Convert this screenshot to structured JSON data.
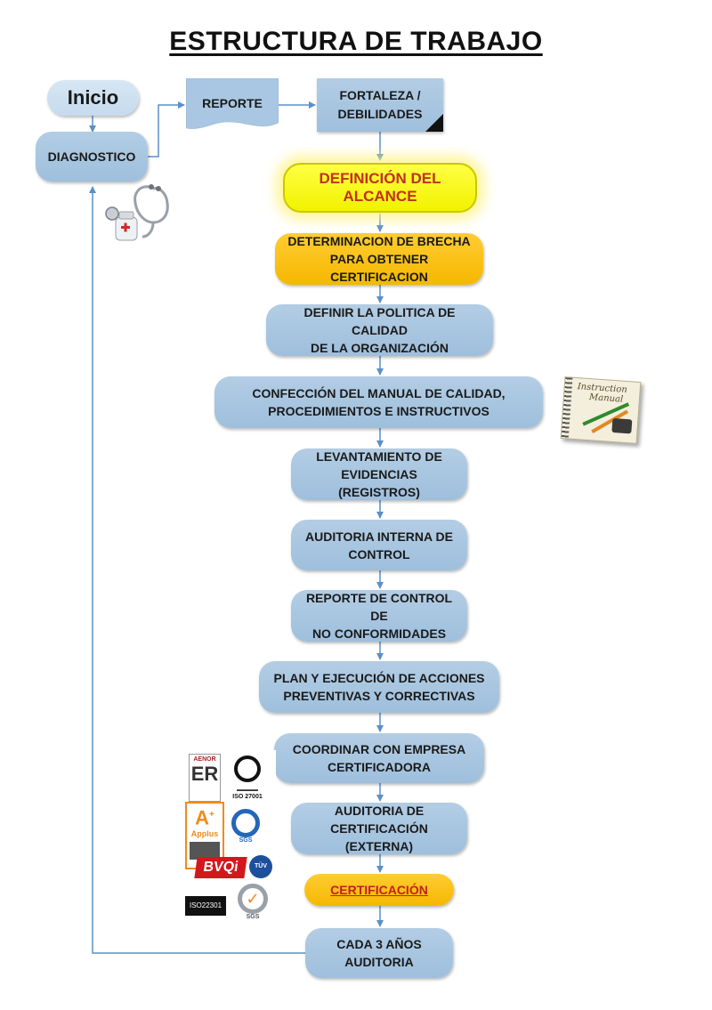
{
  "title": "ESTRUCTURA DE TRABAJO",
  "nodes": {
    "inicio": "Inicio",
    "diagnostico": "DIAGNOSTICO",
    "reporte": "REPORTE",
    "fortaleza_l1": "FORTALEZA /",
    "fortaleza_l2": "DEBILIDADES",
    "alcance": "DEFINICIÓN DEL ALCANCE",
    "brecha_l1": "DETERMINACION DE BRECHA",
    "brecha_l2": "PARA OBTENER CERTIFICACION",
    "politica_l1": "DEFINIR LA POLITICA DE CALIDAD",
    "politica_l2": "DE LA ORGANIZACIÓN",
    "manual_l1": "CONFECCIÓN DEL MANUAL DE CALIDAD,",
    "manual_l2": "PROCEDIMIENTOS E INSTRUCTIVOS",
    "evidencias_l1": "LEVANTAMIENTO DE",
    "evidencias_l2": "EVIDENCIAS (REGISTROS)",
    "auditoria_interna_l1": "AUDITORIA INTERNA DE",
    "auditoria_interna_l2": "CONTROL",
    "reporte_control_l1": "REPORTE DE CONTROL DE",
    "reporte_control_l2": "NO CONFORMIDADES",
    "plan_l1": "PLAN Y EJECUCIÓN DE ACCIONES",
    "plan_l2": "PREVENTIVAS Y CORRECTIVAS",
    "coordinar_l1": "COORDINAR CON EMPRESA",
    "coordinar_l2": "CERTIFICADORA",
    "auditoria_cert_l1": "AUDITORIA DE",
    "auditoria_cert_l2": "CERTIFICACIÓN (EXTERNA)",
    "certificacion": "CERTIFICACIÓN",
    "cada_l1": "CADA 3 AÑOS",
    "cada_l2": "AUDITORIA"
  },
  "manual_illustration": {
    "line1": "Instruction",
    "line2": "Manual"
  },
  "logos": {
    "aenor": "AENOR",
    "er": "ER",
    "iso27001": "ISO 27001",
    "applus": "Applus",
    "sgs": "SGS",
    "bvqi": "BVQi",
    "tuv": "TÜV",
    "iso22301": "ISO22301"
  },
  "colors": {
    "node_blue": "#a5c4e0",
    "node_orange": "#f7bd10",
    "node_yellow": "#ffff33",
    "arrow": "#5b8fc9",
    "cert_text": "#c0211b"
  }
}
